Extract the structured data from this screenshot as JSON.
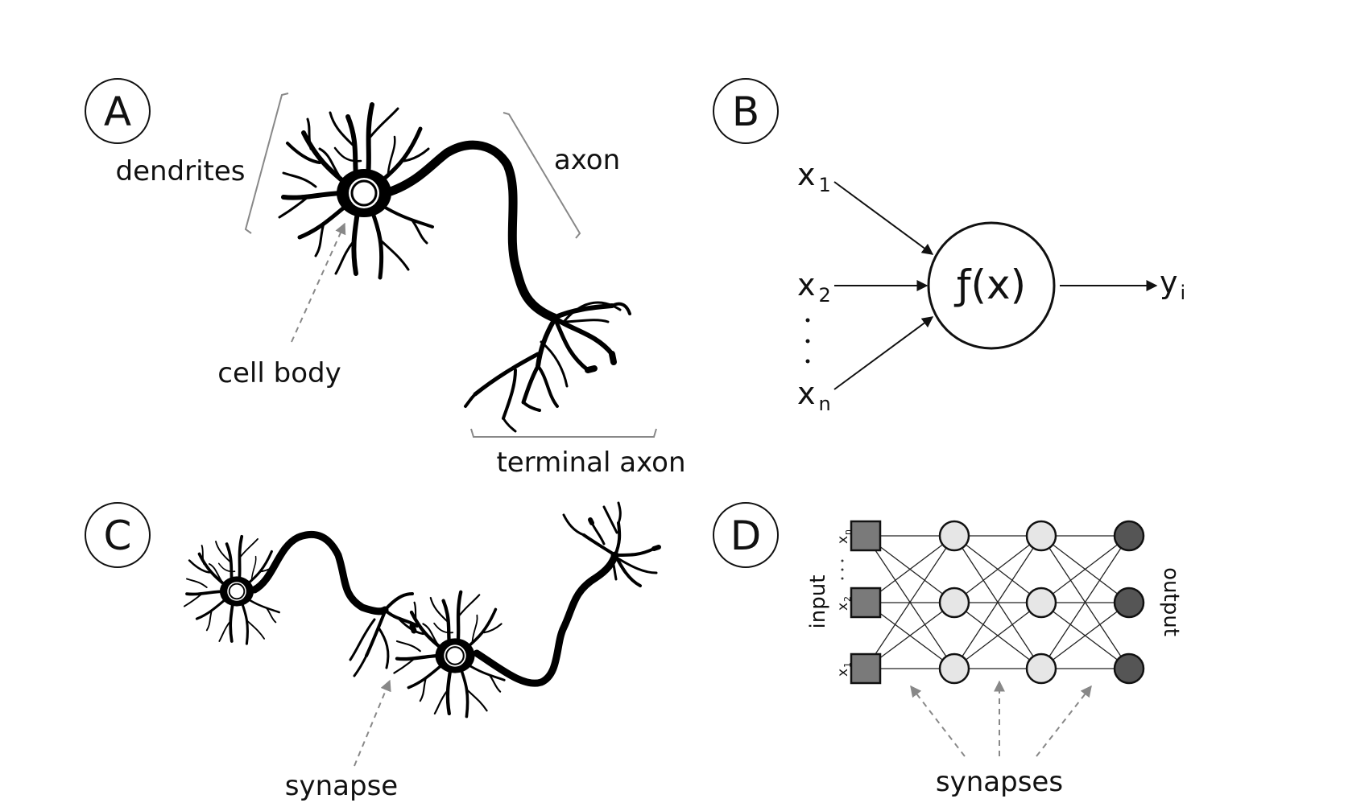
{
  "panels": {
    "a": {
      "letter": "A",
      "labels": {
        "dendrites": "dendrites",
        "axon": "axon",
        "cell_body": "cell body",
        "terminal_axon": "terminal axon"
      }
    },
    "b": {
      "letter": "B",
      "inputs": [
        {
          "base": "x",
          "sub": "1"
        },
        {
          "base": "x",
          "sub": "2"
        },
        {
          "base": "x",
          "sub": "n"
        }
      ],
      "function_label": "ƒ(x)",
      "output": {
        "base": "y",
        "sub": "i"
      }
    },
    "c": {
      "letter": "C",
      "labels": {
        "synapse": "synapse"
      }
    },
    "d": {
      "letter": "D",
      "input_label": "input",
      "output_label": "output",
      "input_nodes": [
        {
          "base": "x",
          "sub": "n"
        },
        {
          "base": "x",
          "sub": "2"
        },
        {
          "base": "x",
          "sub": "1"
        }
      ],
      "synapses_label": "synapses",
      "colors": {
        "input_node": "#7a7a7a",
        "hidden_node": "#e6e6e6",
        "output_node": "#555555",
        "arrow": "#888888"
      }
    }
  }
}
